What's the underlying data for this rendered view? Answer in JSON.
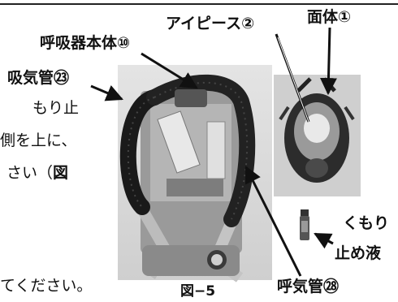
{
  "labels": {
    "eyepiece": "アイピース②",
    "facepiece": "面体①",
    "breathing_apparatus_body": "呼吸器本体⑩",
    "intake_hose": "吸気管㉓",
    "anti_fog_1": "くもり",
    "anti_fog_2": "止め液",
    "exhaust_hose": "呼気管㉘"
  },
  "figure_caption": "図−5",
  "body_text_lines": [
    "もり止",
    "側を上に、",
    "さい（図",
    "てください。"
  ],
  "body_text_bold_char": "図",
  "colors": {
    "text": "#111111",
    "photo_bg": "#d8d8d8",
    "hose": "#1a1a1a"
  }
}
